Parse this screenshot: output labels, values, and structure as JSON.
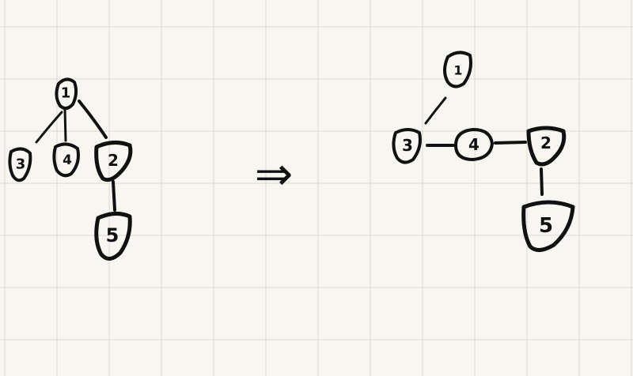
{
  "colors": {
    "paper": "#f8f6f0",
    "grid": "#dcd9d2",
    "ink": "#111111"
  },
  "diagram": {
    "transform_arrow": "⇒",
    "before": {
      "nodes": [
        {
          "id": "n1",
          "label": "1"
        },
        {
          "id": "n3",
          "label": "3"
        },
        {
          "id": "n4",
          "label": "4"
        },
        {
          "id": "n2",
          "label": "2"
        },
        {
          "id": "n5",
          "label": "5"
        }
      ],
      "edges": [
        [
          "n1",
          "n3"
        ],
        [
          "n1",
          "n4"
        ],
        [
          "n1",
          "n2"
        ],
        [
          "n2",
          "n5"
        ]
      ]
    },
    "after": {
      "nodes": [
        {
          "id": "m1",
          "label": "1"
        },
        {
          "id": "m3",
          "label": "3"
        },
        {
          "id": "m4",
          "label": "4"
        },
        {
          "id": "m2",
          "label": "2"
        },
        {
          "id": "m5",
          "label": "5"
        }
      ],
      "edges": [
        [
          "m1",
          "m3"
        ],
        [
          "m3",
          "m4"
        ],
        [
          "m4",
          "m2"
        ],
        [
          "m2",
          "m5"
        ]
      ]
    }
  }
}
